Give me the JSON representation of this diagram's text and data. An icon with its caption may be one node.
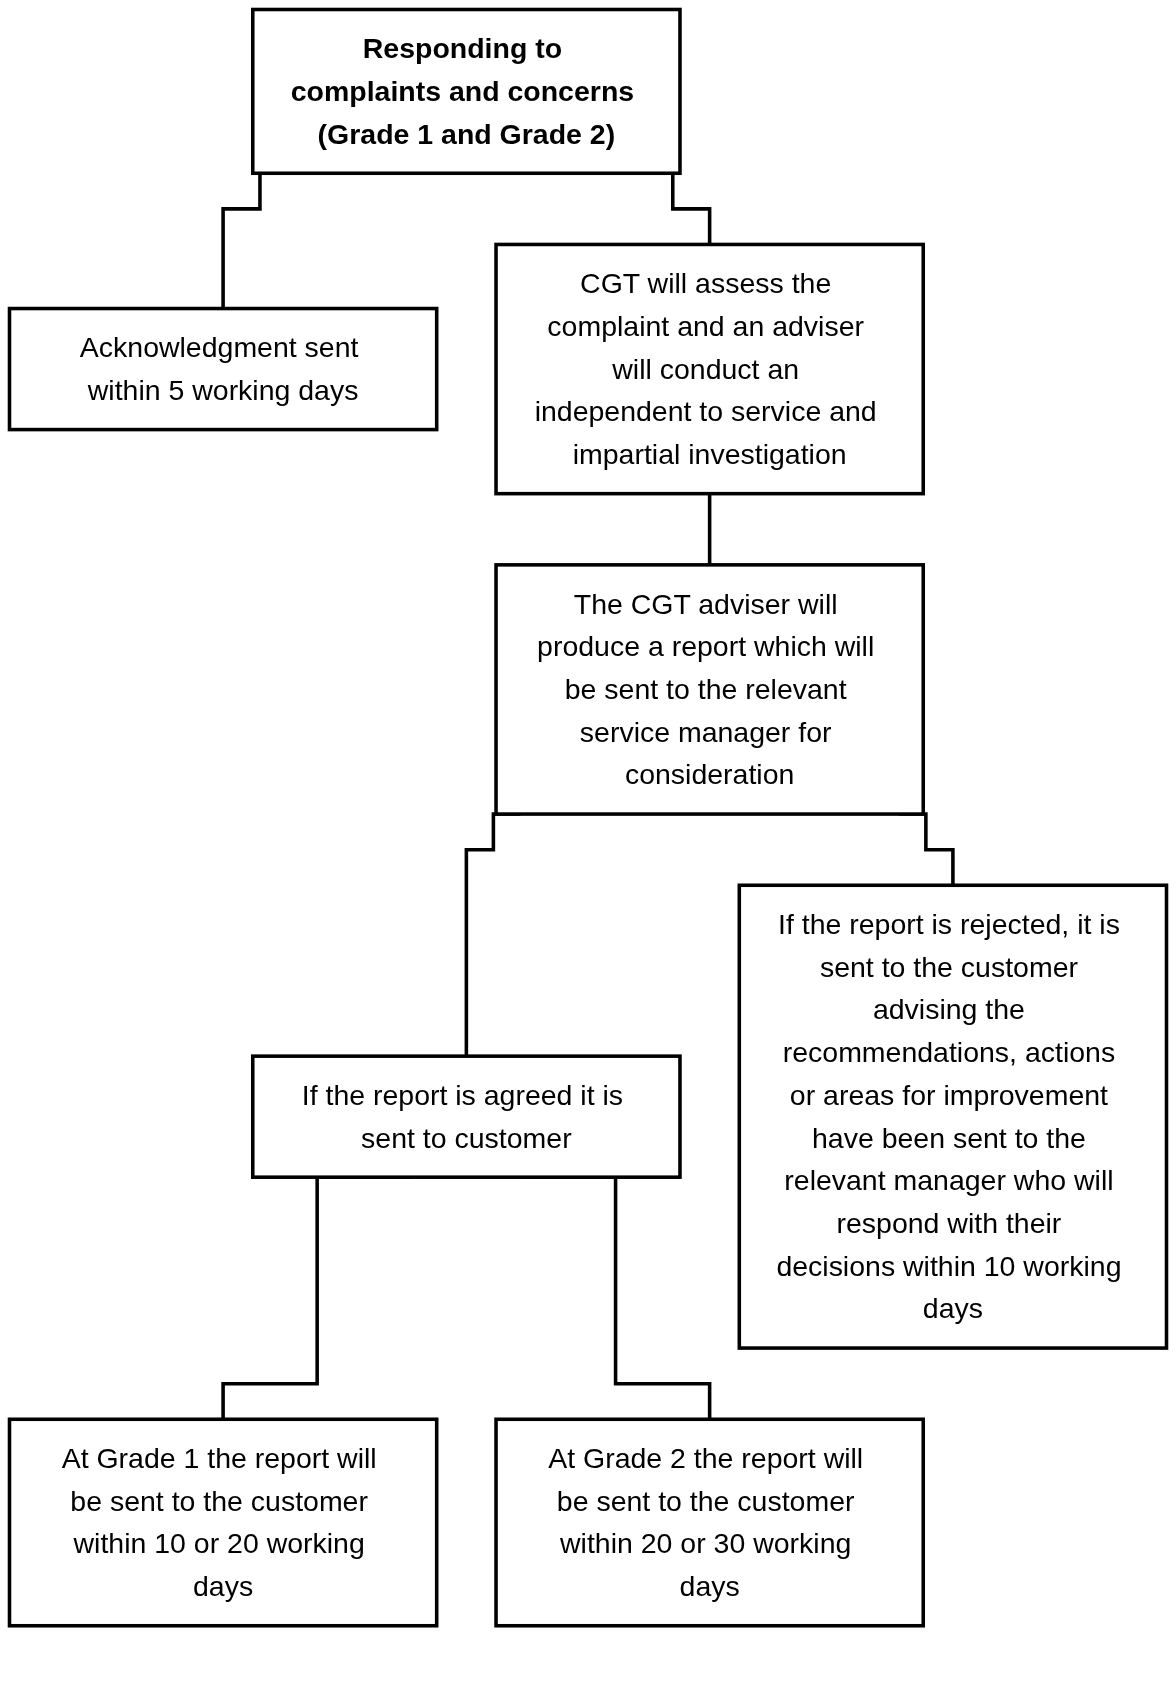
{
  "diagram": {
    "nodes": [
      {
        "text": [
          "Responding to complaints and concerns (Grade 1 and Grade 2)"
        ]
      },
      {
        "text": [
          "Acknowledgment sent within 5 working days"
        ]
      },
      {
        "text": [
          "CGT will assess the complaint and an adviser will conduct an independent to service and impartial investigation"
        ]
      },
      {
        "text": [
          "The CGT adviser will produce a report which will be sent to the relevant service manager for consideration"
        ]
      },
      {
        "text": [
          "If the report is agreed it is sent to customer"
        ]
      },
      {
        "text": [
          "If the report is rejected, it is sent to the customer advising the recommendations, actions or areas for improvement have been sent to the relevant manager who will respond with their decisions within 10 working days"
        ]
      },
      {
        "text": [
          "At Grade 1 the report will be sent to the customer within 10 or 20 working days"
        ]
      },
      {
        "text": [
          "At Grade 2 the report will be sent to the customer within 20 or 30 working days"
        ]
      }
    ],
    "edges": [
      {
        "from": 0,
        "to": 1,
        "arrow": "none"
      },
      {
        "from": 0,
        "to": 2,
        "arrow": "none"
      },
      {
        "from": 2,
        "to": 3,
        "arrow": "none"
      },
      {
        "from": 3,
        "to": 4,
        "arrow": "none"
      },
      {
        "from": 3,
        "to": 5,
        "arrow": "none"
      },
      {
        "from": 4,
        "to": 6,
        "arrow": "none"
      },
      {
        "from": 4,
        "to": 7,
        "arrow": "none"
      }
    ]
  }
}
